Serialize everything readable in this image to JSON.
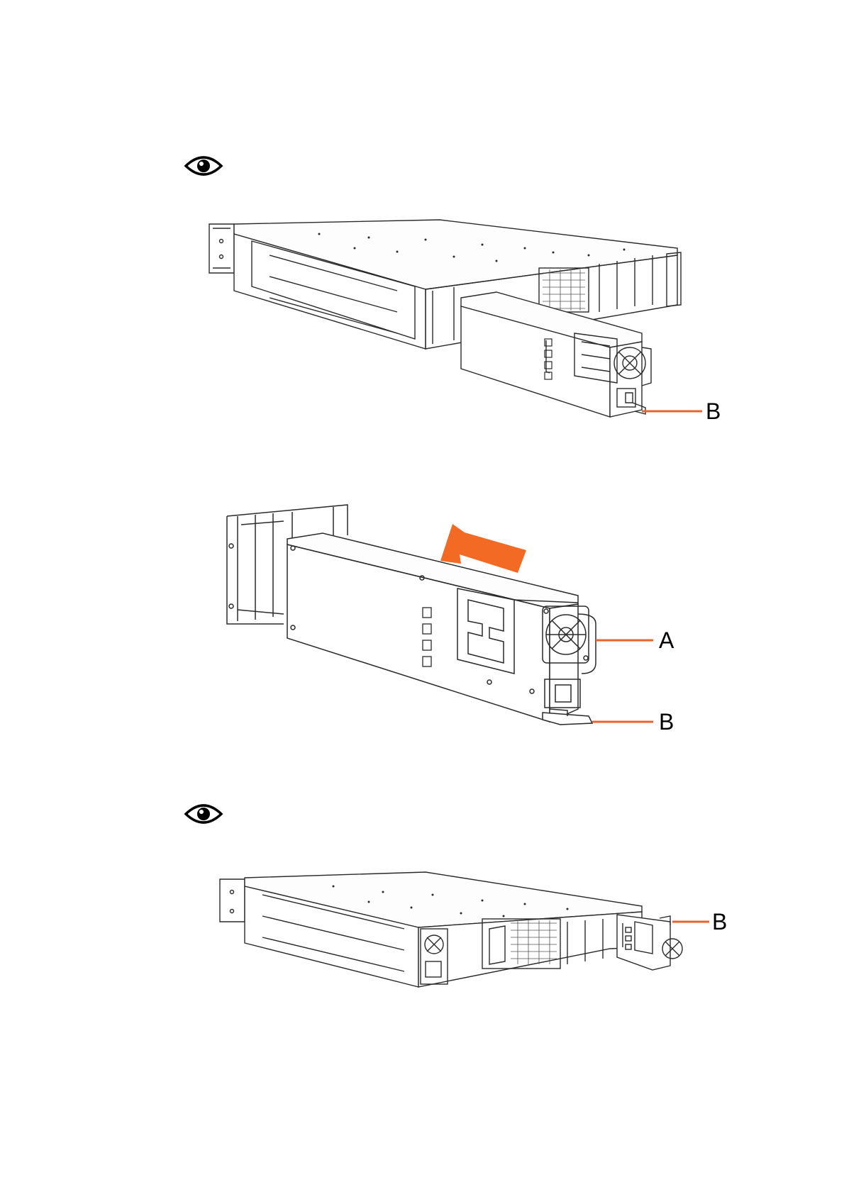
{
  "figures": [
    {
      "callouts": [
        {
          "letter": "B"
        }
      ]
    },
    {
      "callouts": [
        {
          "letter": "A"
        },
        {
          "letter": "B"
        }
      ]
    },
    {
      "callouts": [
        {
          "letter": "B"
        }
      ]
    }
  ],
  "icons": {
    "note_icon": "eye-icon"
  },
  "colors": {
    "callout_line": "#e8642c",
    "arrow": "#f26a24",
    "line_art": "#2a2a2a"
  }
}
